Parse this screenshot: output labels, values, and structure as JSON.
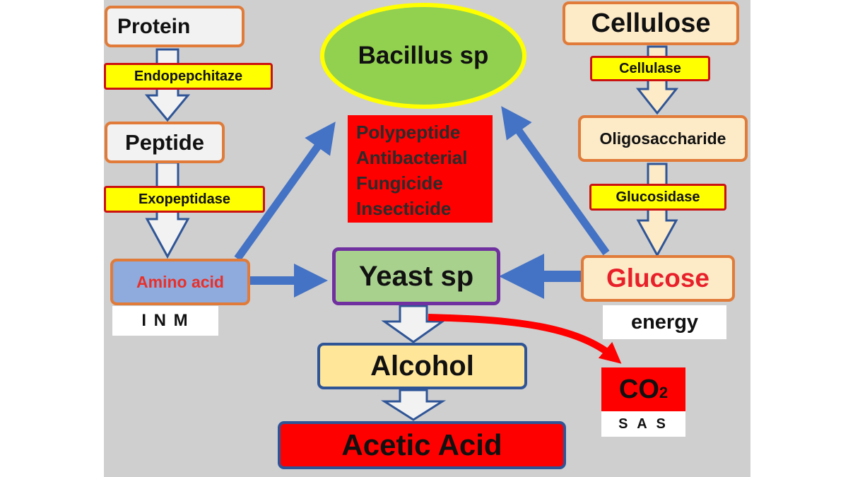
{
  "left_chain": {
    "protein": "Protein",
    "enzyme1": "Endopepchitaze",
    "peptide": "Peptide",
    "enzyme2": "Exopeptidase",
    "amino_acid": "Amino acid",
    "amino_note": "I N M"
  },
  "center": {
    "bacillus": "Bacillus sp",
    "bacillus_products": [
      "Polypeptide",
      "Antibacterial",
      "Fungicide",
      "Insecticide"
    ],
    "yeast": "Yeast sp",
    "alcohol": "Alcohol",
    "acetic_acid": "Acetic Acid"
  },
  "right_chain": {
    "cellulose": "Cellulose",
    "enzyme1": "Cellulase",
    "oligosaccharide": "Oligosaccharide",
    "enzyme2": "Glucosidase",
    "glucose": "Glucose",
    "glucose_note": "energy"
  },
  "co2": {
    "label": "CO",
    "subscript": "2",
    "note": "S A S"
  },
  "colors": {
    "panel_bg": "#cfcfcf",
    "box_border": "#e07b39",
    "enzyme_fill": "#ffff00",
    "enzyme_border": "#cc1111",
    "bacillus_fill": "#92d050",
    "bacillus_border": "#ffff00",
    "yeast_fill": "#a9d18e",
    "yeast_border": "#7030a0",
    "alcohol_fill": "#ffe699",
    "acid_fill": "#ff0000",
    "blue_arrow": "#4472c4",
    "red_arrow": "#ff0000",
    "amino_fill": "#8faadc",
    "amino_text": "#e8302a",
    "glucose_text": "#e8202a"
  }
}
